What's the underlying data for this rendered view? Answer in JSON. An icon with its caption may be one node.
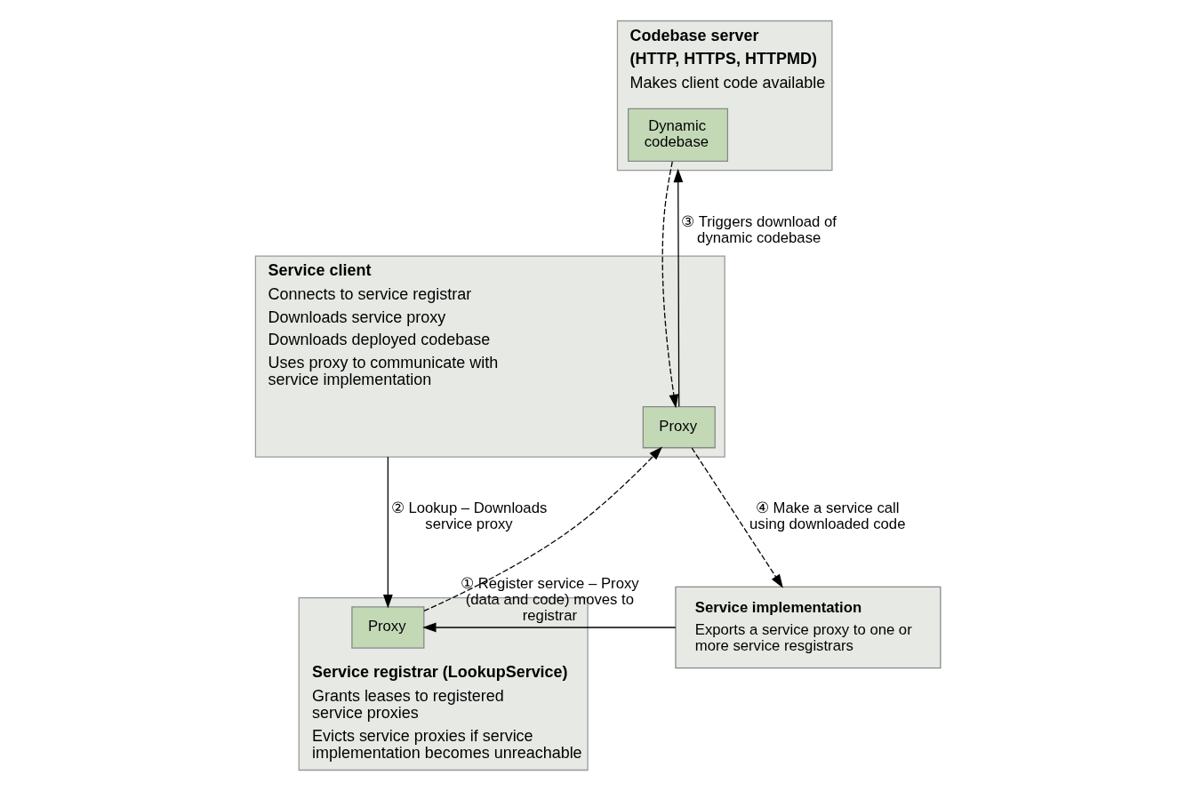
{
  "diagram": {
    "nodes": [
      {
        "text": [
          "Codebase server",
          "(HTTP, HTTPS, HTTPMD)",
          "Makes client code available"
        ]
      },
      {
        "text": [
          "Dynamic codebase"
        ],
        "in": 0
      },
      {
        "text": [
          "Service client",
          "Connects to service registrar",
          "Downloads service proxy",
          "Downloads deployed codebase",
          "Uses proxy to communicate with service implementation"
        ]
      },
      {
        "text": [
          "Proxy"
        ],
        "in": 2
      },
      {
        "text": [
          "Service implementation",
          "Exports a service proxy to one or more service resgistrars"
        ]
      },
      {
        "text": [
          "Service registrar (LookupService)",
          "Grants leases to registered service proxies",
          "Evicts service proxies if service implementation becomes unreachable"
        ]
      },
      {
        "text": [
          "Proxy"
        ],
        "in": 5
      }
    ],
    "edges": [
      {
        "from": 3,
        "to": 0,
        "arrow": "to",
        "label": "③ Triggers download of dynamic codebase"
      },
      {
        "from": 1,
        "to": 3,
        "arrow": "to",
        "style": "dashed"
      },
      {
        "from": 3,
        "to": 4,
        "arrow": "to",
        "style": "dashed",
        "label": "④ Make a service call using downloaded code"
      },
      {
        "from": 2,
        "to": 6,
        "arrow": "to",
        "label": "② Lookup – Downloads service proxy"
      },
      {
        "from": 6,
        "to": 3,
        "arrow": "to",
        "style": "dashed"
      },
      {
        "from": 4,
        "to": 6,
        "arrow": "to",
        "label": "① Register service – Proxy (data and code) moves to registrar"
      }
    ]
  }
}
